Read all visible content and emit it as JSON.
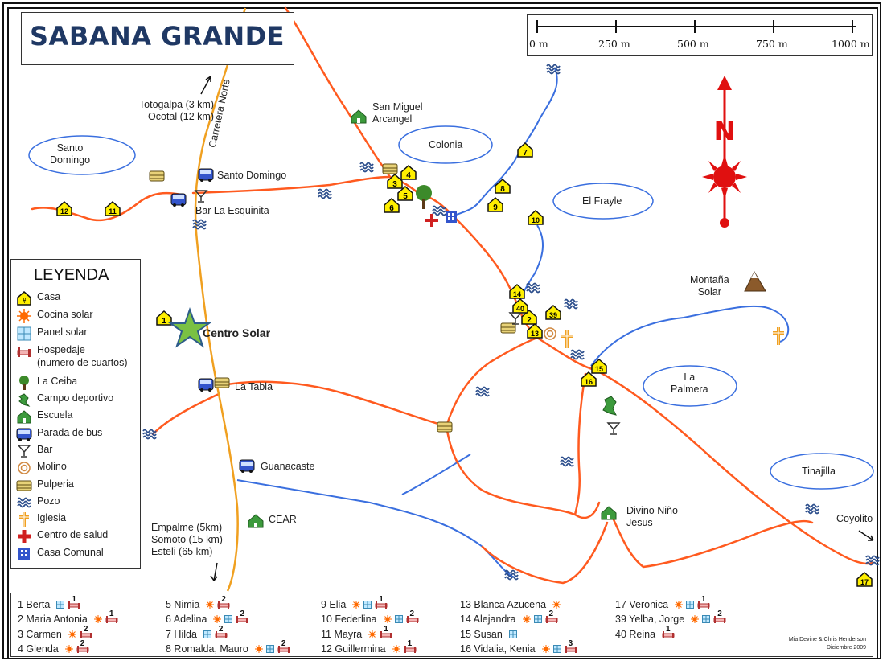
{
  "title": "SABANA GRANDE",
  "scale": {
    "labels": [
      "0 m",
      "250 m",
      "500 m",
      "750 m",
      "1000 m"
    ]
  },
  "north": {
    "label": "N"
  },
  "places": {
    "santo_domingo_area": "Santo\nDomingo",
    "colonia": "Colonia",
    "el_frayle": "El Frayle",
    "la_palmera": "La\nPalmera",
    "tinajilla": "Tinajilla",
    "montana_solar": "Montaña\nSolar",
    "san_miguel": "San Miguel\nArcangel",
    "santo_domingo_stop": "Santo Domingo",
    "bar_la_esquinita": "Bar La Esquinita",
    "centro_solar": "Centro Solar",
    "la_tabla": "La Tabla",
    "guanacaste": "Guanacaste",
    "cear": "CEAR",
    "divino_nino": "Divino Niño\nJesus",
    "coyolito": "Coyolito",
    "totogalpa": "Totogalpa (3 km)\nOcotal (12 km)",
    "carretera": "Carretera Norte",
    "empalme": "Empalme (5km)\nSomoto (15 km)\nEsteli (65 km)"
  },
  "legend": {
    "title": "LEYENDA",
    "items": [
      {
        "icon": "house-icon",
        "label": "Casa"
      },
      {
        "icon": "solar-stove-icon",
        "label": "Cocina solar"
      },
      {
        "icon": "solar-panel-icon",
        "label": "Panel solar"
      },
      {
        "icon": "bed-icon",
        "label": "Hospedaje\n(numero de cuartos)"
      },
      {
        "icon": "ceiba-tree-icon",
        "label": "La Ceiba"
      },
      {
        "icon": "sports-field-icon",
        "label": "Campo deportivo"
      },
      {
        "icon": "school-icon",
        "label": "Escuela"
      },
      {
        "icon": "bus-stop-icon",
        "label": "Parada de bus"
      },
      {
        "icon": "bar-icon",
        "label": "Bar"
      },
      {
        "icon": "mill-icon",
        "label": "Molino"
      },
      {
        "icon": "shop-icon",
        "label": "Pulperia"
      },
      {
        "icon": "well-icon",
        "label": "Pozo"
      },
      {
        "icon": "church-icon",
        "label": "Iglesia"
      },
      {
        "icon": "health-center-icon",
        "label": "Centro de salud"
      },
      {
        "icon": "community-house-icon",
        "label": "Casa Comunal"
      }
    ]
  },
  "house_numbers": [
    "1",
    "2",
    "3",
    "4",
    "5",
    "6",
    "7",
    "8",
    "9",
    "10",
    "11",
    "12",
    "13",
    "14",
    "15",
    "16",
    "17",
    "39",
    "40"
  ],
  "households": [
    {
      "name": "1 Berta",
      "solar_stove": false,
      "solar_panel": true,
      "rooms": "1"
    },
    {
      "name": "2 Maria Antonia",
      "solar_stove": true,
      "solar_panel": false,
      "rooms": "1"
    },
    {
      "name": "3 Carmen",
      "solar_stove": true,
      "solar_panel": false,
      "rooms": "2"
    },
    {
      "name": "4 Glenda",
      "solar_stove": true,
      "solar_panel": false,
      "rooms": "2"
    },
    {
      "name": "5 Nimia",
      "solar_stove": true,
      "solar_panel": false,
      "rooms": "2"
    },
    {
      "name": "6 Adelina",
      "solar_stove": true,
      "solar_panel": true,
      "rooms": "2"
    },
    {
      "name": "7 Hilda",
      "solar_stove": false,
      "solar_panel": true,
      "rooms": "2"
    },
    {
      "name": "8 Romalda, Mauro",
      "solar_stove": true,
      "solar_panel": true,
      "rooms": "2"
    },
    {
      "name": "9 Elia",
      "solar_stove": true,
      "solar_panel": true,
      "rooms": "1"
    },
    {
      "name": "10 Federlina",
      "solar_stove": true,
      "solar_panel": true,
      "rooms": "2"
    },
    {
      "name": "11 Mayra",
      "solar_stove": true,
      "solar_panel": false,
      "rooms": "1"
    },
    {
      "name": "12 Guillermina",
      "solar_stove": true,
      "solar_panel": false,
      "rooms": "1"
    },
    {
      "name": "13 Blanca Azucena",
      "solar_stove": true,
      "solar_panel": false,
      "rooms": ""
    },
    {
      "name": "14 Alejandra",
      "solar_stove": true,
      "solar_panel": true,
      "rooms": "2"
    },
    {
      "name": "15 Susan",
      "solar_stove": false,
      "solar_panel": true,
      "rooms": ""
    },
    {
      "name": "16 Vidalia, Kenia",
      "solar_stove": true,
      "solar_panel": true,
      "rooms": "3"
    },
    {
      "name": "17 Veronica",
      "solar_stove": true,
      "solar_panel": true,
      "rooms": "1"
    },
    {
      "name": "39 Yelba, Jorge",
      "solar_stove": true,
      "solar_panel": true,
      "rooms": "2"
    },
    {
      "name": "40 Reina",
      "solar_stove": false,
      "solar_panel": false,
      "rooms": "1"
    }
  ],
  "credit": {
    "authors": "Mia Devine & Chris Henderson",
    "date": "Diciembre 2009"
  },
  "colors": {
    "road_main": "#f0a020",
    "road_dirt": "#ff5a1f",
    "river": "#3a6fdf",
    "title": "#1f3864",
    "house_fill": "#ffef00"
  }
}
